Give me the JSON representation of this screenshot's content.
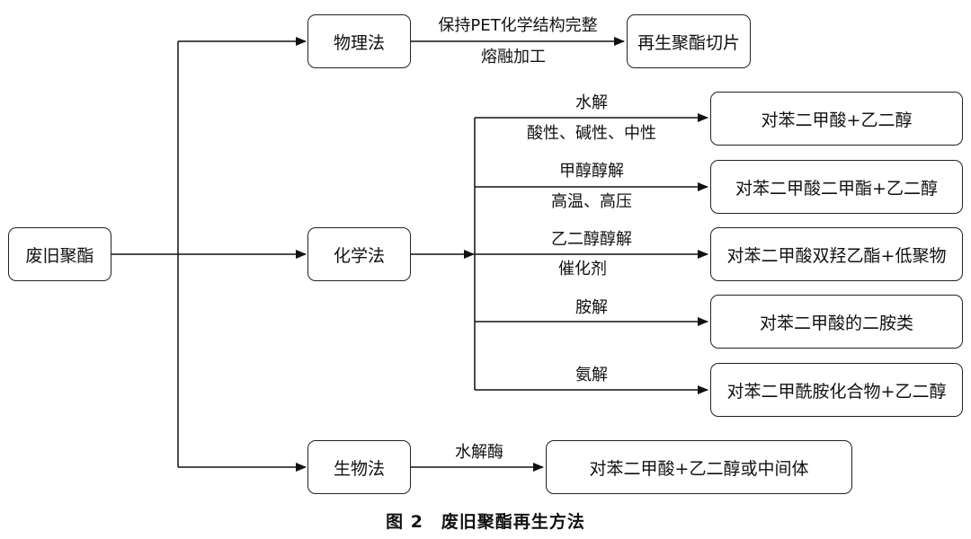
{
  "nodes": {
    "waste_pet": "废旧聚酯",
    "physical": "物理法",
    "chemical": "化学法",
    "biological": "生物法",
    "recycled_chips": "再生聚酯切片",
    "r_hydrolysis": "对苯二甲酸+乙二醇",
    "r_methanolysis": "对苯二甲酸二甲酯+乙二醇",
    "r_glycolysis": "对苯二甲酸双羟乙酯+低聚物",
    "r_aminolysis": "对苯二甲酸的二胺类",
    "r_ammonolysis": "对苯二甲酰胺化合物+乙二醇",
    "r_biological": "对苯二甲酸+乙二醇或中间体"
  },
  "edge_labels": {
    "physical_top": "保持PET化学结构完整",
    "physical_bottom": "熔融加工",
    "hydrolysis_top": "水解",
    "hydrolysis_bottom": "酸性、碱性、中性",
    "methanolysis_top": "甲醇醇解",
    "methanolysis_bottom": "高温、高压",
    "glycolysis_top": "乙二醇醇解",
    "glycolysis_bottom": "催化剂",
    "aminolysis_top": "胺解",
    "ammonolysis_top": "氨解",
    "biological_top": "水解酶"
  },
  "caption": "图 2　废旧聚酯再生方法"
}
